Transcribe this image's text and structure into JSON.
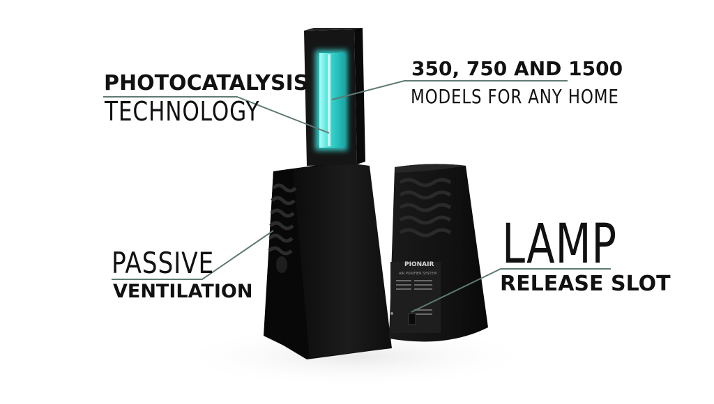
{
  "callouts": {
    "photocatalysis": {
      "line1": "PHOTOCATALYSIS",
      "line2": "TECHNOLOGY"
    },
    "models": {
      "line1": "350, 750 AND 1500",
      "line2": "MODELS FOR ANY HOME"
    },
    "ventilation": {
      "line1": "PASSIVE",
      "line2": "VENTILATION"
    },
    "lamp": {
      "line1": "LAMP",
      "line2": "RELEASE SLOT"
    }
  },
  "device": {
    "brand": "PIONAIR",
    "subtitle": "AIR PURIFIER SYSTEM"
  },
  "colors": {
    "accent_line": "#5e7a74",
    "uv_glow": "#36d6d0",
    "housing": "#141414",
    "text": "#111111"
  }
}
